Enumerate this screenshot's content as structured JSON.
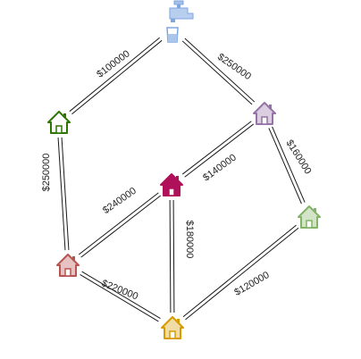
{
  "nodes": [
    {
      "id": "water",
      "icon": "water-tap-icon",
      "color": "#7ea6e0"
    },
    {
      "id": "green-dark",
      "icon": "house-icon",
      "color": "#2d7600"
    },
    {
      "id": "purple",
      "icon": "house-icon",
      "color": "#9673a6"
    },
    {
      "id": "magenta",
      "icon": "house-icon",
      "color": "#b0105a"
    },
    {
      "id": "green-light",
      "icon": "house-icon",
      "color": "#82b366"
    },
    {
      "id": "red",
      "icon": "house-icon",
      "color": "#b85450"
    },
    {
      "id": "orange",
      "icon": "house-icon",
      "color": "#d79b00"
    }
  ],
  "edges": [
    {
      "from": "water",
      "to": "green-dark",
      "label": "$100000"
    },
    {
      "from": "water",
      "to": "purple",
      "label": "$250000"
    },
    {
      "from": "green-dark",
      "to": "red",
      "label": "$250000"
    },
    {
      "from": "purple",
      "to": "magenta",
      "label": "$140000"
    },
    {
      "from": "purple",
      "to": "green-light",
      "label": "$160000"
    },
    {
      "from": "magenta",
      "to": "red",
      "label": "$240000"
    },
    {
      "from": "magenta",
      "to": "orange",
      "label": "$180000"
    },
    {
      "from": "red",
      "to": "orange",
      "label": "$220000"
    },
    {
      "from": "green-light",
      "to": "orange",
      "label": "$120000"
    }
  ]
}
